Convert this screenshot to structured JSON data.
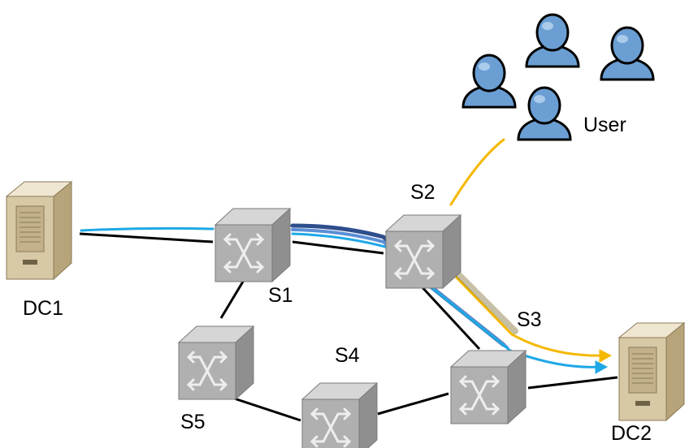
{
  "diagram": {
    "nodes": {
      "dc1": {
        "label": "DC1",
        "kind": "server"
      },
      "dc2": {
        "label": "DC2",
        "kind": "server"
      },
      "s1": {
        "label": "S1",
        "kind": "switch"
      },
      "s2": {
        "label": "S2",
        "kind": "switch"
      },
      "s3": {
        "label": "S3",
        "kind": "switch"
      },
      "s4": {
        "label": "S4",
        "kind": "switch"
      },
      "s5": {
        "label": "S5",
        "kind": "switch"
      },
      "user": {
        "label": "User",
        "kind": "user-group"
      }
    },
    "links": [
      {
        "from": "DC1",
        "to": "S1"
      },
      {
        "from": "S1",
        "to": "S2"
      },
      {
        "from": "S2",
        "to": "S3"
      },
      {
        "from": "S3",
        "to": "DC2"
      },
      {
        "from": "S1",
        "to": "S5"
      },
      {
        "from": "S5",
        "to": "S4"
      },
      {
        "from": "S4",
        "to": "S3"
      }
    ],
    "flows": [
      {
        "path": [
          "DC1",
          "S1",
          "S2",
          "S3",
          "DC2"
        ],
        "color": "#1ea8e6"
      },
      {
        "path": [
          "S1",
          "S2",
          "S3"
        ],
        "color": "#2e4e8c"
      },
      {
        "path": [
          "S1",
          "S2",
          "S3"
        ],
        "color": "#5b8fd6"
      },
      {
        "path": [
          "User",
          "S2",
          "S3",
          "DC2"
        ],
        "color": "#f5b800"
      }
    ],
    "colors": {
      "link": "#000000",
      "switch_front": "#b0b0b0",
      "switch_top": "#d6d6d6",
      "switch_side": "#8f8f8f",
      "server": "#d8c9a6",
      "user": "#6b9fd4"
    },
    "icons": [
      "server-icon",
      "switch-icon",
      "user-icon"
    ]
  }
}
